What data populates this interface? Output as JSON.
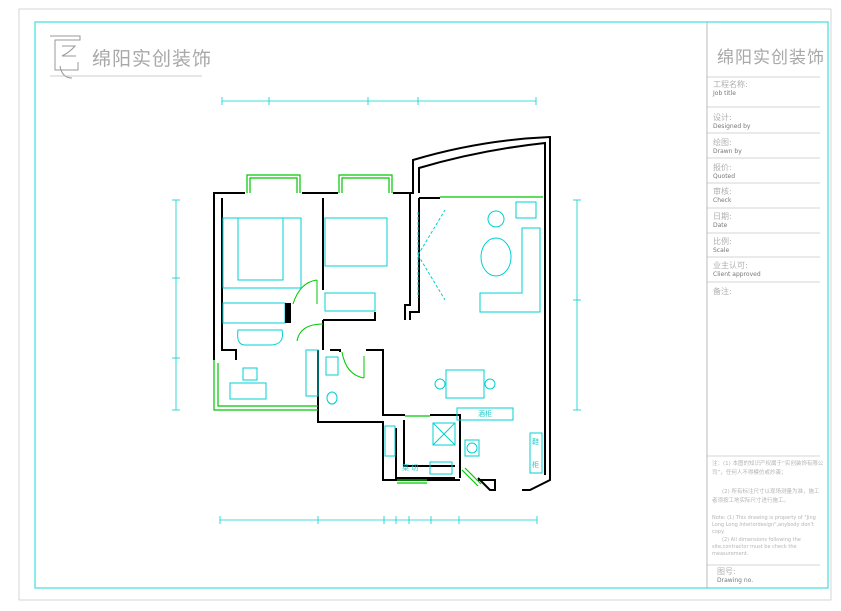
{
  "logo": {
    "company": "绵阳实创装饰"
  },
  "title_block": {
    "company": "绵阳实创装饰",
    "fields": [
      {
        "cn": "工程名称:",
        "en": "Job title"
      },
      {
        "cn": "设计:",
        "en": "Designed by"
      },
      {
        "cn": "绘图:",
        "en": "Drawn by"
      },
      {
        "cn": "报价:",
        "en": "Quoted"
      },
      {
        "cn": "审核:",
        "en": "Check"
      },
      {
        "cn": "日期:",
        "en": "Date"
      },
      {
        "cn": "比例:",
        "en": "Scale"
      },
      {
        "cn": "业主认可:",
        "en": "Client approved"
      },
      {
        "cn": "备注:",
        "en": ""
      }
    ],
    "notes_cn_1": "注：(1) 本图的知识产权属于“实创装饰有限公司”，任何人不得模仿或抄袭；",
    "notes_cn_2": "(2) 所有标注尺寸以现场测量为准，施工者须按工地实际尺寸进行施工。",
    "notes_en_1": "Note: (1) This drawing is property of \"Jing Long Long Interiordesign\",anybody don't copy.",
    "notes_en_2": "(2) All dimensions following the site,contractor must be check the measurement.",
    "drawing_no_cn": "图号:",
    "drawing_no_en": "Drawing no."
  },
  "plan_labels": {
    "wine_cabinet": "酒柜",
    "shoe_cabinet_1": "鞋",
    "shoe_cabinet_2": "柜",
    "kitchen_counter": "菜 切"
  },
  "colors": {
    "wall": "#000000",
    "furniture": "#00d8d8",
    "window": "#00c800",
    "frame": "#40e0e0",
    "text": "#a0a0a0"
  }
}
